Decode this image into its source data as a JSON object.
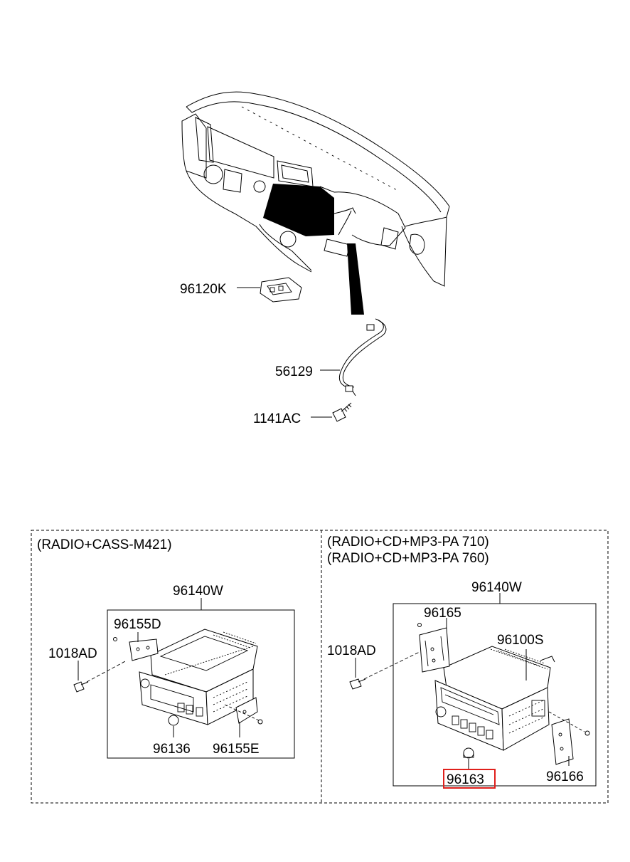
{
  "labels": {
    "p96120k": "96120K",
    "p56129": "56129",
    "p1141ac": "1141AC",
    "left_title": "(RADIO+CASS-M421)",
    "right_title_1": "(RADIO+CD+MP3-PA 710)",
    "right_title_2": "(RADIO+CD+MP3-PA 760)",
    "l_96140w": "96140W",
    "l_96155d": "96155D",
    "l_1018ad": "1018AD",
    "l_96136": "96136",
    "l_96155e": "96155E",
    "r_96140w": "96140W",
    "r_96165": "96165",
    "r_96100s": "96100S",
    "r_1018ad": "1018AD",
    "r_96163": "96163",
    "r_96166": "96166"
  },
  "highlight": {
    "part": "96163",
    "color": "#e0201c"
  }
}
